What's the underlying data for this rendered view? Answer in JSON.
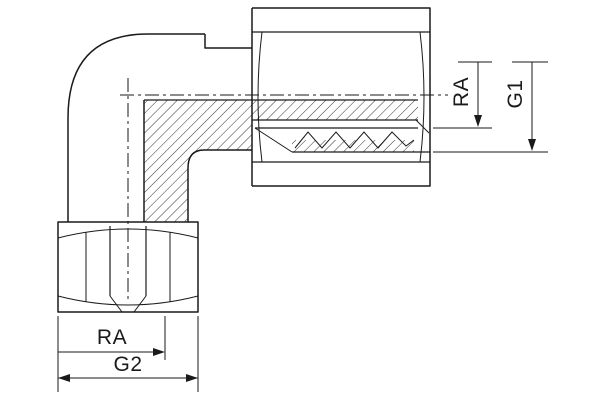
{
  "colors": {
    "line": "#1a1a1a",
    "background": "#ffffff"
  },
  "dimensions": {
    "ra_right": "RA",
    "g1": "G1",
    "ra_bottom": "RA",
    "g2": "G2"
  }
}
